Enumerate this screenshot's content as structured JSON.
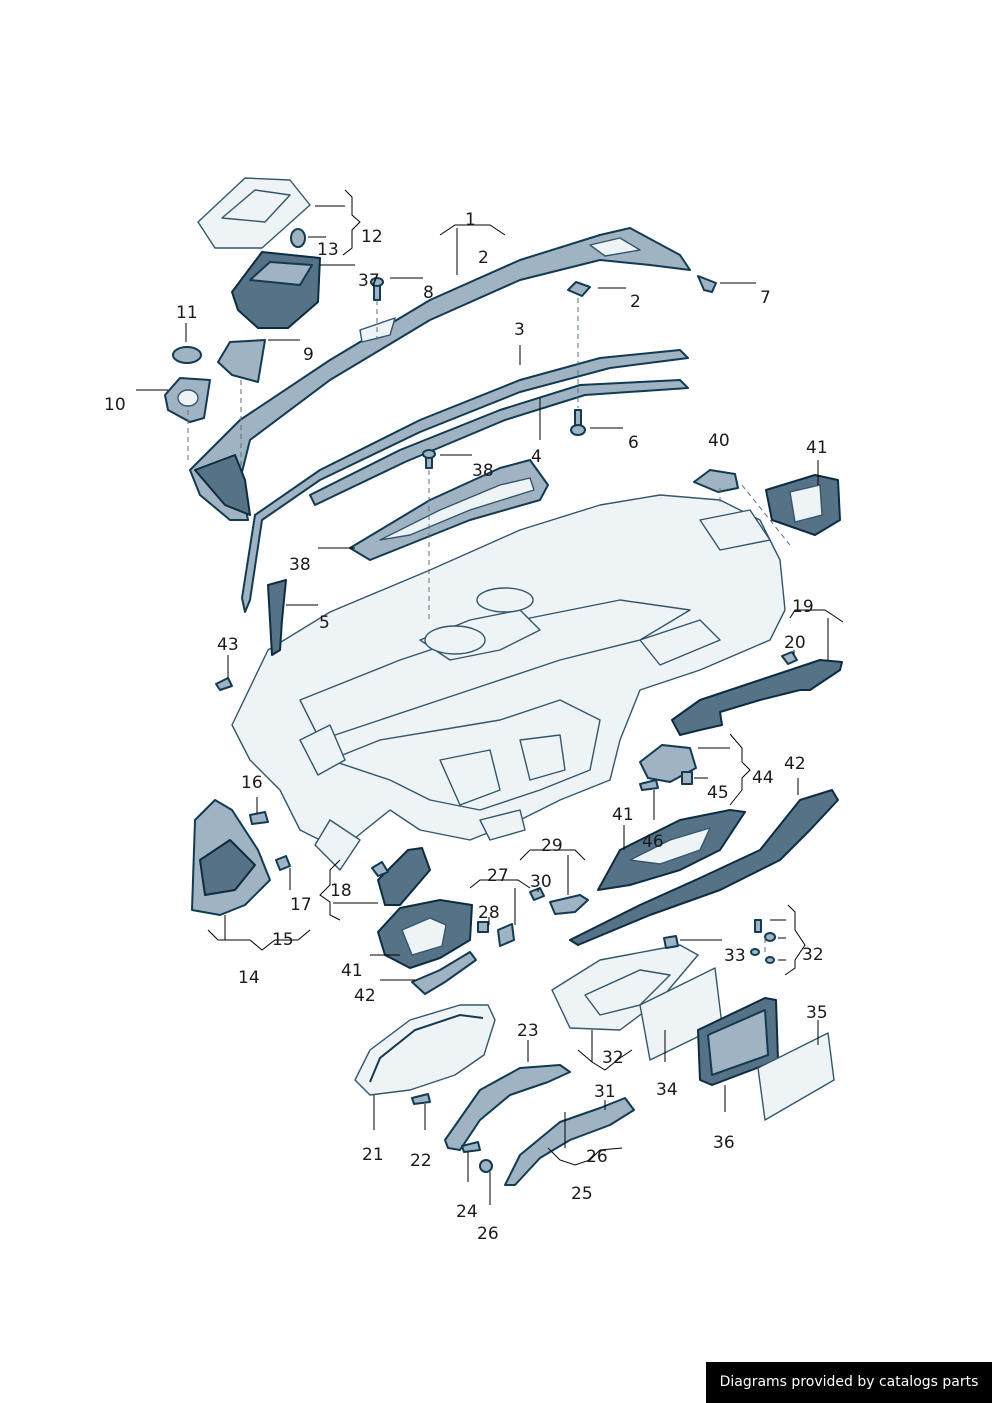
{
  "labels": [
    {
      "id": "1a",
      "text": "1"
    },
    {
      "id": "2a",
      "text": "2"
    },
    {
      "id": "2b",
      "text": "2"
    },
    {
      "id": "3",
      "text": "3"
    },
    {
      "id": "4",
      "text": "4"
    },
    {
      "id": "5",
      "text": "5"
    },
    {
      "id": "6",
      "text": "6"
    },
    {
      "id": "7",
      "text": "7"
    },
    {
      "id": "8",
      "text": "8"
    },
    {
      "id": "9",
      "text": "9"
    },
    {
      "id": "10",
      "text": "10"
    },
    {
      "id": "11",
      "text": "11"
    },
    {
      "id": "12",
      "text": "12"
    },
    {
      "id": "13",
      "text": "13"
    },
    {
      "id": "14",
      "text": "14"
    },
    {
      "id": "15",
      "text": "15"
    },
    {
      "id": "16",
      "text": "16"
    },
    {
      "id": "17",
      "text": "17"
    },
    {
      "id": "18",
      "text": "18"
    },
    {
      "id": "19",
      "text": "19"
    },
    {
      "id": "20",
      "text": "20"
    },
    {
      "id": "21",
      "text": "21"
    },
    {
      "id": "22",
      "text": "22"
    },
    {
      "id": "23",
      "text": "23"
    },
    {
      "id": "24",
      "text": "24"
    },
    {
      "id": "25",
      "text": "25"
    },
    {
      "id": "26a",
      "text": "26"
    },
    {
      "id": "26b",
      "text": "26"
    },
    {
      "id": "27",
      "text": "27"
    },
    {
      "id": "28",
      "text": "28"
    },
    {
      "id": "29",
      "text": "29"
    },
    {
      "id": "30",
      "text": "30"
    },
    {
      "id": "31",
      "text": "31"
    },
    {
      "id": "32a",
      "text": "32"
    },
    {
      "id": "32b",
      "text": "32"
    },
    {
      "id": "33",
      "text": "33"
    },
    {
      "id": "34",
      "text": "34"
    },
    {
      "id": "35",
      "text": "35"
    },
    {
      "id": "36",
      "text": "36"
    },
    {
      "id": "37",
      "text": "37"
    },
    {
      "id": "38a",
      "text": "38"
    },
    {
      "id": "38b",
      "text": "38"
    },
    {
      "id": "40",
      "text": "40"
    },
    {
      "id": "41a",
      "text": "41"
    },
    {
      "id": "41b",
      "text": "41"
    },
    {
      "id": "41c",
      "text": "41"
    },
    {
      "id": "42a",
      "text": "42"
    },
    {
      "id": "42b",
      "text": "42"
    },
    {
      "id": "43",
      "text": "43"
    },
    {
      "id": "44",
      "text": "44"
    },
    {
      "id": "45",
      "text": "45"
    },
    {
      "id": "46",
      "text": "46"
    }
  ],
  "footer": {
    "text": "Diagrams provided by catalogs parts"
  },
  "colors": {
    "part_fill": "#dfe8ee",
    "part_dark": "#557287",
    "outline": "#123a52",
    "footer_bg": "#000000"
  }
}
